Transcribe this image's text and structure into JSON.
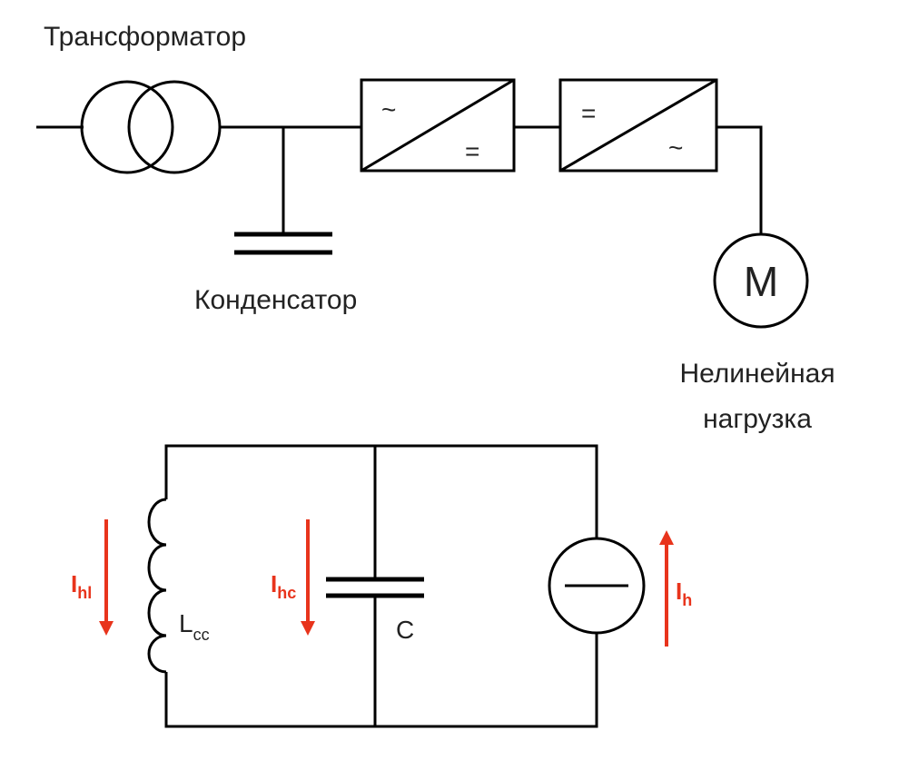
{
  "top_diagram": {
    "transformer_label": "Трансформатор",
    "rectifier_ac_symbol": "~",
    "rectifier_dc_symbol": "=",
    "inverter_dc_symbol": "=",
    "inverter_ac_symbol": "~",
    "capacitor_label": "Конденсатор",
    "motor_symbol": "M",
    "load_label_line1": "Нелинейная",
    "load_label_line2": "нагрузка"
  },
  "bottom_circuit": {
    "inductor_current": {
      "main": "I",
      "sub": "hl"
    },
    "inductor_label": {
      "main": "L",
      "sub": "cc"
    },
    "capacitor_current": {
      "main": "I",
      "sub": "hc"
    },
    "capacitor_label": "C",
    "source_current": {
      "main": "I",
      "sub": "h"
    }
  },
  "colors": {
    "line": "#000000",
    "current_arrow": "#e8341c",
    "text": "#222222"
  }
}
